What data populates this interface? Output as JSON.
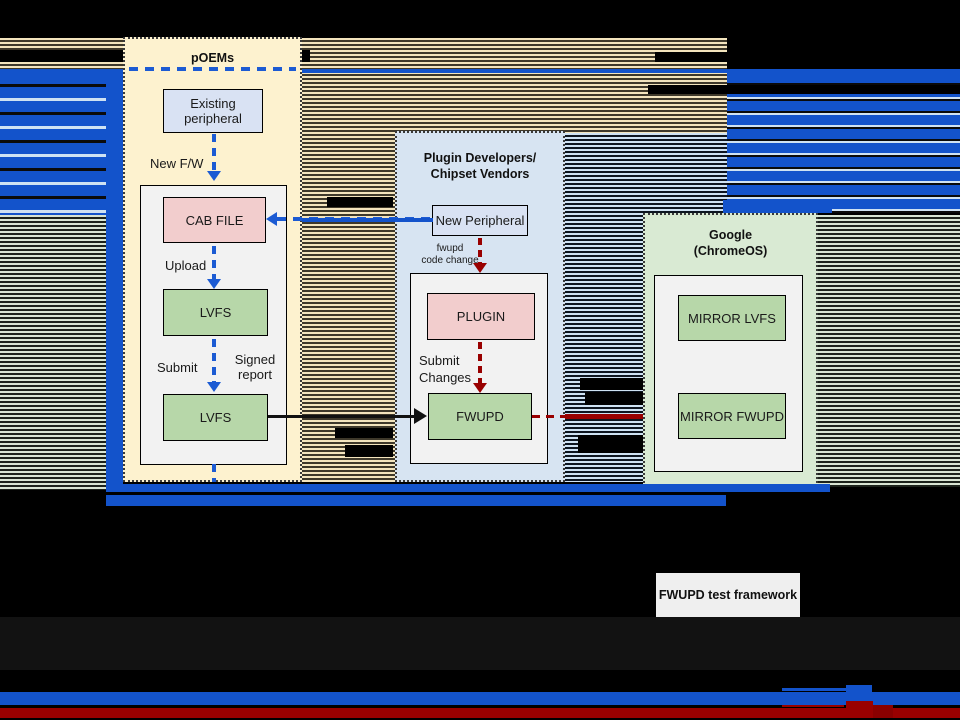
{
  "colors": {
    "accent_blue": "#1353cb",
    "dark_red": "#990000",
    "cream_container": "#fdf2cf",
    "blue_container": "#d7e4f2",
    "green_container": "#d9ead3",
    "pink_box": "#f2cdcd",
    "green_box": "#b7d7a9",
    "lightblue_box": "#d9e2f3",
    "inner_panel": "#f2f2f2"
  },
  "poems": {
    "title": "pOEMs",
    "existing_peripheral": "Existing peripheral",
    "new_fw_label": "New F/W",
    "cab_file": "CAB FILE",
    "upload_label": "Upload",
    "lvfs_upper": "LVFS",
    "submit_label": "Submit",
    "signed_report_label": "Signed report",
    "lvfs_lower": "LVFS"
  },
  "plugin_developers": {
    "title_line1": "Plugin Developers/",
    "title_line2": "Chipset Vendors",
    "new_peripheral": "New Peripheral",
    "fwupd_code_change_line1": "fwupd",
    "fwupd_code_change_line2": "code change",
    "plugin": "PLUGIN",
    "submit_changes_line1": "Submit",
    "submit_changes_line2": "Changes",
    "fwupd": "FWUPD"
  },
  "google": {
    "title_line1": "Google",
    "title_line2": "(ChromeOS)",
    "mirror_lvfs": "MIRROR LVFS",
    "mirror_fwupd": "MIRROR FWUPD"
  },
  "footer": {
    "test_framework": "FWUPD test framework"
  }
}
